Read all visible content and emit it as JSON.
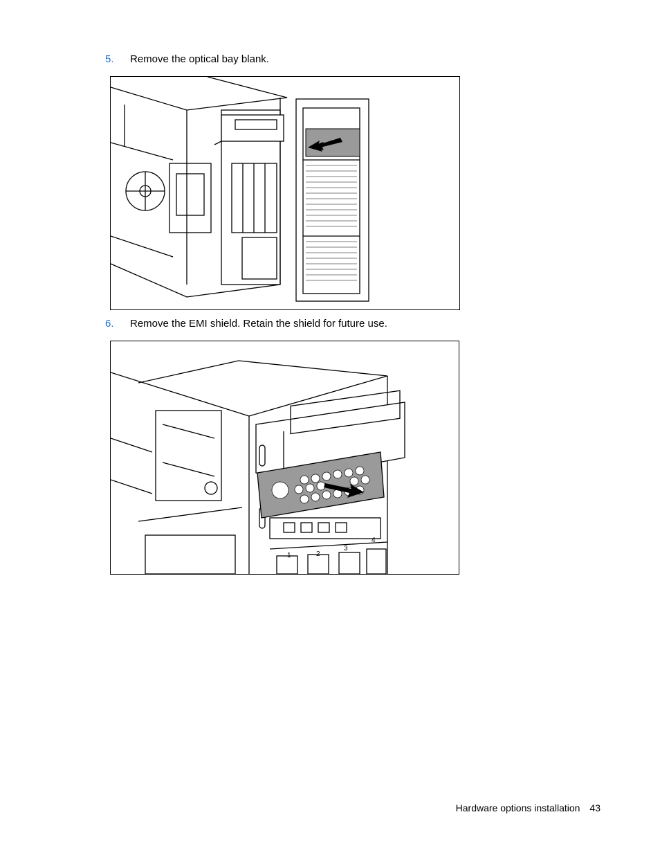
{
  "steps": [
    {
      "number": "5.",
      "text": "Remove the optical bay blank."
    },
    {
      "number": "6.",
      "text": "Remove the EMI shield. Retain the shield for future use."
    }
  ],
  "figure2_bay_labels": [
    "1",
    "2",
    "3",
    "4"
  ],
  "footer": {
    "section": "Hardware options installation",
    "page": "43"
  },
  "colors": {
    "step_number": "#1a6fd6"
  }
}
